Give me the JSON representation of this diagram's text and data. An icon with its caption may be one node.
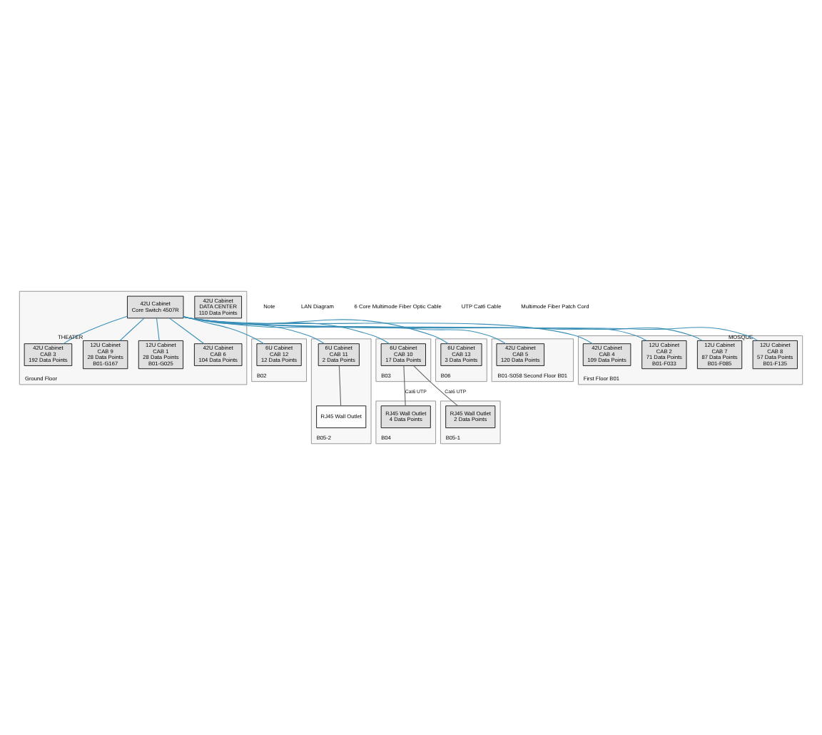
{
  "diagram": {
    "nodes": [
      {
        "text": [
          "B02"
        ]
      },
      {
        "text": [
          "6U Cabinet",
          "CAB 12",
          "12 Data Points"
        ],
        "in": 0
      },
      {
        "text": [
          "B03"
        ]
      },
      {
        "text": [
          "6U Cabinet",
          "CAB 10",
          "17 Data Points"
        ],
        "in": 2
      },
      {
        "text": [
          "B04"
        ]
      },
      {
        "text": [
          "RJ45 Wall Outlet",
          "4 Data Points"
        ],
        "in": 4
      },
      {
        "text": [
          "B05-1"
        ]
      },
      {
        "text": [
          "RJ45 Wall Outlet",
          "2 Data Points"
        ],
        "in": 6
      },
      {
        "text": [
          "B05-2"
        ]
      },
      {
        "text": [
          "6U Cabinet",
          "CAB 11",
          "2 Data Points"
        ],
        "in": 8
      },
      {
        "text": [
          "RJ45 Wall Outlet"
        ],
        "in": 8
      },
      {
        "text": [
          "B06"
        ]
      },
      {
        "text": [
          "6U Cabinet",
          "CAB 13",
          "3 Data Points"
        ],
        "in": 11
      },
      {
        "text": [
          "B01-S058 Second Floor B01"
        ]
      },
      {
        "text": [
          "42U Cabinet",
          "CAB 5",
          "120 Data Points"
        ],
        "in": 13
      },
      {
        "text": [
          "First Floor B01"
        ]
      },
      {
        "text": [
          "42U Cabinet",
          "CAB 4",
          "109 Data Points"
        ],
        "in": 15
      },
      {
        "text": [
          "12U Cabinet",
          "CAB 2",
          "71 Data Points",
          "B01-F033"
        ],
        "in": 15
      },
      {
        "text": [
          "12U Cabinet",
          "CAB 7",
          "87 Data Points",
          "B01-F085"
        ],
        "in": 15
      },
      {
        "text": [
          "12U Cabinet",
          "CAB 8",
          "57 Data Points",
          "B01-F135"
        ],
        "in": 15,
        "beside": [
          "MOSQUE"
        ]
      },
      {
        "text": [
          "Ground Floor"
        ]
      },
      {
        "text": [
          "42U Cabinet",
          "DATA CENTER",
          "110 Data Points"
        ],
        "in": 20
      },
      {
        "text": [
          "42U Cabinet",
          "Core Switch 4507R"
        ],
        "in": 20
      },
      {
        "text": [
          "42U Cabinet",
          "CAB 3",
          "192 Data Points"
        ],
        "in": 20
      },
      {
        "text": [
          "12U Cabinet",
          "CAB 9",
          "28 Data Points",
          "B01-G167"
        ],
        "in": 20,
        "beside": [
          "THEATER"
        ]
      },
      {
        "text": [
          "12U Cabinet",
          "CAB 1",
          "28 Data Points",
          "B01-G025"
        ],
        "in": 20
      },
      {
        "text": [
          "42U Cabinet",
          "CAB 6",
          "104 Data Points"
        ],
        "in": 20
      }
    ],
    "edges": [
      {
        "from": 22,
        "to": 1,
        "arrow": "none"
      },
      {
        "from": 22,
        "to": 3,
        "arrow": "none"
      },
      {
        "from": 22,
        "to": 9,
        "arrow": "none"
      },
      {
        "from": 22,
        "to": 12,
        "arrow": "none"
      },
      {
        "from": 22,
        "to": 14,
        "arrow": "none"
      },
      {
        "from": 22,
        "to": 16,
        "arrow": "none"
      },
      {
        "from": 22,
        "to": 17,
        "arrow": "none"
      },
      {
        "from": 22,
        "to": 18,
        "arrow": "none"
      },
      {
        "from": 22,
        "to": 19,
        "arrow": "none"
      },
      {
        "from": 22,
        "to": 23,
        "arrow": "none"
      },
      {
        "from": 22,
        "to": 24,
        "arrow": "none"
      },
      {
        "from": 22,
        "to": 25,
        "arrow": "none"
      },
      {
        "from": 22,
        "to": 26,
        "arrow": "none"
      },
      {
        "from": 3,
        "to": 5,
        "arrow": "none",
        "label": "Cat6 UTP",
        "color": "#666666"
      },
      {
        "from": 3,
        "to": 7,
        "arrow": "none",
        "label": "Cat6 UTP",
        "color": "#666666"
      },
      {
        "from": 9,
        "to": 10,
        "arrow": "none",
        "color": "#666666"
      }
    ],
    "labels": [
      "Note",
      "LAN Diagram"
    ],
    "legend": [
      {
        "text": "6 Core Multimode Fiber Optic Cable"
      },
      {
        "text": "UTP Cat6 Cable"
      },
      {
        "text": "Multimode Fiber Patch Cord"
      }
    ]
  }
}
